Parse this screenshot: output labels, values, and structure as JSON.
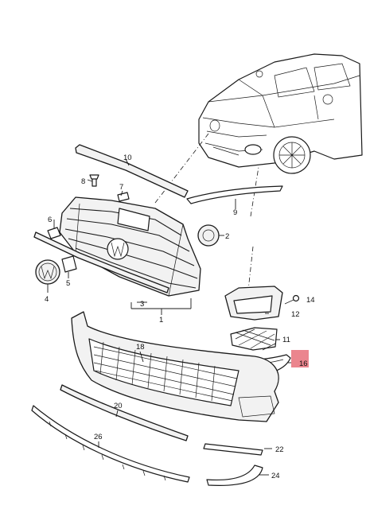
{
  "labels": {
    "p1": "1",
    "p2": "2",
    "p3": "3",
    "p4": "4",
    "p5": "5",
    "p6": "6",
    "p7": "7",
    "p8": "8",
    "p9": "9",
    "p10": "10",
    "p11": "11",
    "p12": "12",
    "p14": "14",
    "p16": "16",
    "p18": "18",
    "p20": "20",
    "p22": "22",
    "p24": "24",
    "p26": "26"
  },
  "highlight": {
    "part": "16",
    "color": "#e8707a"
  }
}
